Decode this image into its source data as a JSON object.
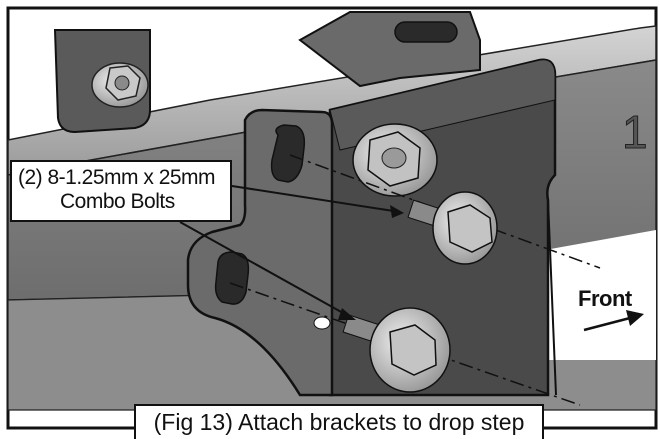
{
  "callout": {
    "line1": "(2) 8-1.25mm x 25mm",
    "line2": "Combo Bolts"
  },
  "direction_label": "Front",
  "caption": "(Fig 13) Attach brackets to drop step",
  "embossed_mark": "1",
  "colors": {
    "background": "#ffffff",
    "rail": "#7a7a7a",
    "bracket_dark": "#3c3c3c",
    "bracket_plate": "#5e5e5e",
    "outline": "#111111",
    "hardware": "#b9b9b9"
  }
}
